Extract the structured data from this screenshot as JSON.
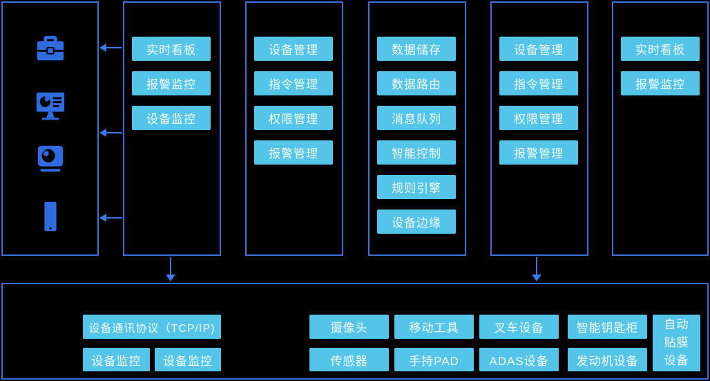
{
  "colors": {
    "background": "#000000",
    "panel_border": "#3b70dc",
    "node_fill": "#55c4e9",
    "node_text": "#f2fdff",
    "icon_blue": "#2e6ce0",
    "arrow_blue": "#3b79e8"
  },
  "diagram": {
    "device_panel": {
      "icons": [
        {
          "name": "toolbox-icon"
        },
        {
          "name": "monitor-dashboard-icon"
        },
        {
          "name": "camera-icon"
        },
        {
          "name": "mobile-phone-icon"
        }
      ]
    },
    "columns": [
      {
        "name": "monitoring-app-left",
        "nodes": [
          "实时看板",
          "报警监控",
          "设备监控"
        ]
      },
      {
        "name": "management-left",
        "nodes": [
          "设备管理",
          "指令管理",
          "权限管理",
          "报警管理"
        ]
      },
      {
        "name": "iot-core",
        "nodes": [
          "数据储存",
          "数据路由",
          "消息队列",
          "智能控制",
          "规则引擎",
          "设备边缘"
        ]
      },
      {
        "name": "management-right",
        "nodes": [
          "设备管理",
          "指令管理",
          "权限管理",
          "报警管理"
        ]
      },
      {
        "name": "monitoring-app-right",
        "nodes": [
          "实时看板",
          "报警监控"
        ]
      }
    ],
    "bottom": {
      "protocol": "设备通讯协议（TCP/IP)",
      "monitors": [
        "设备监控",
        "设备监控"
      ],
      "devices_row1": [
        "摄像头",
        "移动工具",
        "叉车设备",
        "智能钥匙柜"
      ],
      "devices_row2": [
        "传感器",
        "手持PAD",
        "ADAS设备",
        "发动机设备"
      ],
      "tall_node": "自动\n贴膜\n设备"
    }
  }
}
